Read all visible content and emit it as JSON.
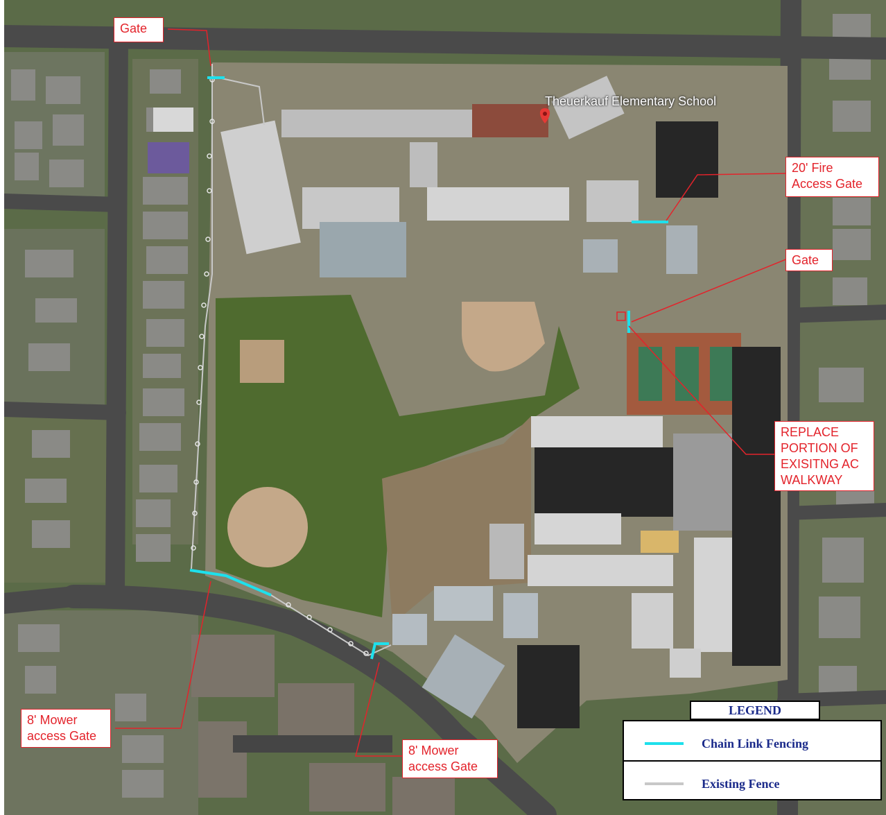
{
  "map": {
    "school_name": "Theuerkauf Elementary School",
    "colors": {
      "chain_link": "#1ee0ec",
      "existing_fence": "#c8c8c8",
      "callout": "#e3232b",
      "legend_text": "#1a2a8a"
    }
  },
  "callouts": {
    "gate_top": "Gate",
    "fire_access_gate": "20' Fire\nAccess Gate",
    "gate_right": "Gate",
    "replace_walkway": "REPLACE\nPORTION OF\nEXISITNG AC\nWALKWAY",
    "mower_gate_left": "8' Mower\naccess Gate",
    "mower_gate_bottom": "8' Mower\naccess Gate"
  },
  "legend": {
    "title": "LEGEND",
    "items": [
      {
        "label": "Chain Link Fencing",
        "color": "#1ee0ec"
      },
      {
        "label": "Existing Fence",
        "color": "#c8c8c8"
      }
    ]
  }
}
